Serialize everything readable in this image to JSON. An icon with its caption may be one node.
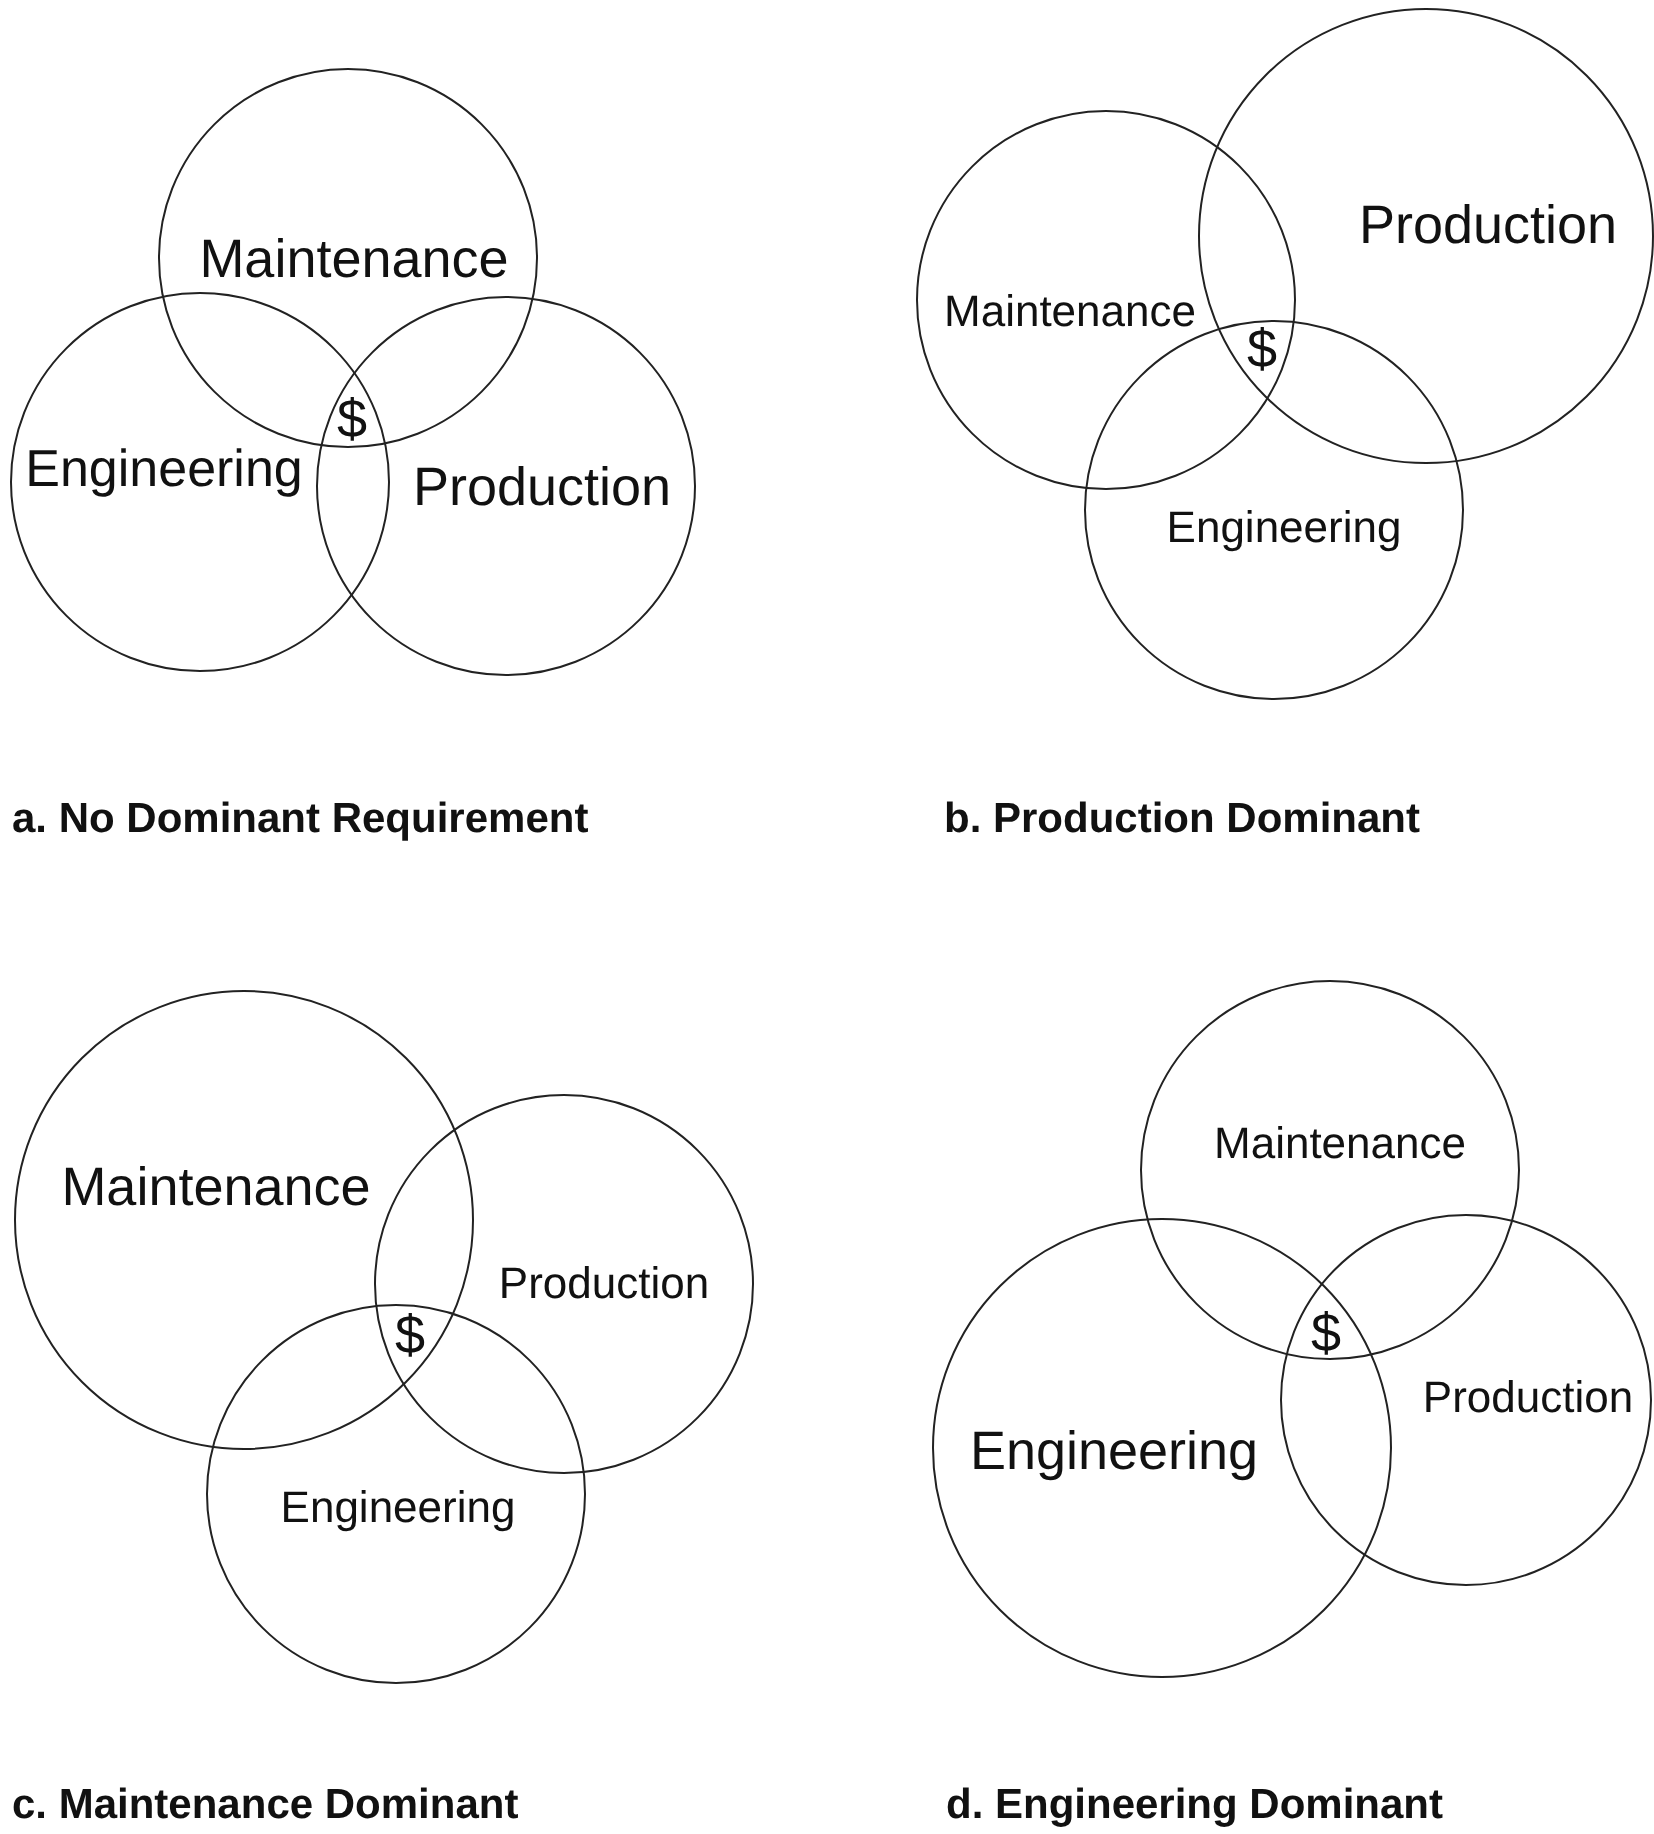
{
  "diagram": {
    "nodes": [
      {
        "text": [
          "Maintenance"
        ]
      },
      {
        "text": [
          "Engineering"
        ]
      },
      {
        "text": [
          "Production"
        ]
      },
      {
        "text": [
          "Maintenance"
        ]
      },
      {
        "text": [
          "Production"
        ]
      },
      {
        "text": [
          "Engineering"
        ]
      },
      {
        "text": [
          "Maintenance"
        ]
      },
      {
        "text": [
          "Production"
        ]
      },
      {
        "text": [
          "Engineering"
        ]
      },
      {
        "text": [
          "Maintenance"
        ]
      },
      {
        "text": [
          "Engineering"
        ]
      },
      {
        "text": [
          "Production"
        ]
      }
    ],
    "labels": [
      "$",
      "$",
      "a. No Dominant Requirement",
      "b. Production Dominant",
      "$",
      "$",
      "c. Maintenance Dominant",
      "d. Engineering Dominant"
    ]
  }
}
